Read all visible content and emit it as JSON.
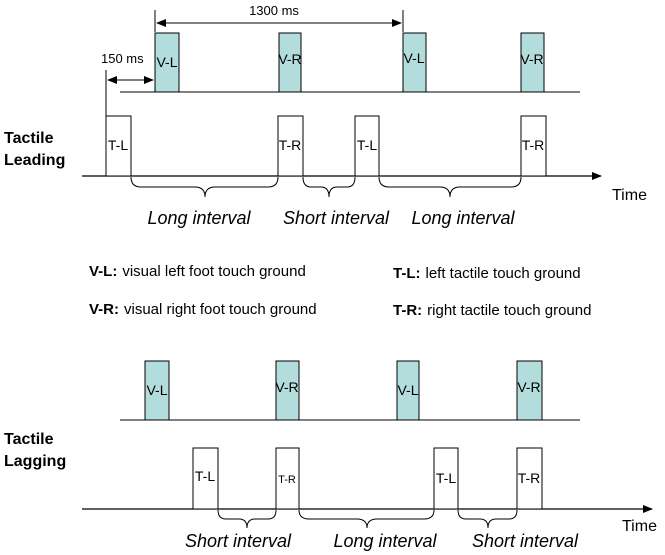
{
  "top": {
    "section_label": [
      "Tactile",
      "Leading"
    ],
    "visual_pulses": [
      "V-L",
      "V-R",
      "V-L",
      "V-R"
    ],
    "tactile_pulses": [
      "T-L",
      "T-R",
      "T-L",
      "T-R"
    ],
    "interval_labels": [
      "Long interval",
      "Short interval",
      "Long interval"
    ],
    "dimension_1300": "1300 ms",
    "dimension_150": "150 ms",
    "time_label": "Time"
  },
  "legend": {
    "items": [
      {
        "key": "V-L:",
        "text": "visual left foot touch ground"
      },
      {
        "key": "V-R:",
        "text": "visual right foot touch ground"
      },
      {
        "key": "T-L:",
        "text": "left tactile touch ground"
      },
      {
        "key": "T-R:",
        "text": "right tactile touch ground"
      }
    ]
  },
  "bottom": {
    "section_label": [
      "Tactile",
      "Lagging"
    ],
    "visual_pulses": [
      "V-L",
      "V-R",
      "V-L",
      "V-R"
    ],
    "tactile_pulses": [
      "T-L",
      "T-R",
      "T-L",
      "T-R"
    ],
    "interval_labels": [
      "Short interval",
      "Long interval",
      "Short interval"
    ],
    "time_label": "Time"
  },
  "colors": {
    "visual_fill": "#b3dcdc",
    "tactile_fill": "#ffffff",
    "line": "#000000"
  }
}
